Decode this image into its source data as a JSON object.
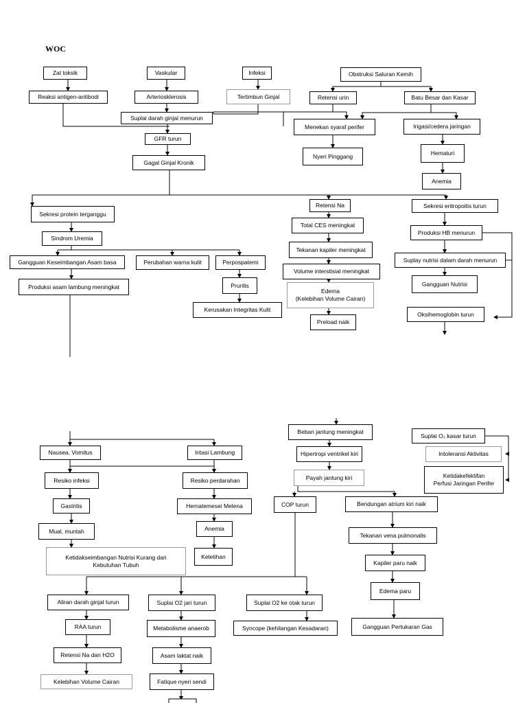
{
  "title": "WOC",
  "nodes": {
    "zat_toksik": "Zat toksik",
    "reaksi_antigen": "Reaksi antigen-antibodi",
    "vaskular": "Vaskular",
    "arteriosklerosis": "Arteriosklerosis",
    "suplai_darah_ginjal": "Suplai darah ginjal menurun",
    "infeksi": "Infeksi",
    "tertimbun_ginjal": "Tertimbun Ginjal",
    "obstruksi": "Obstruksi Saluran Kemih",
    "retensi_urin": "Retensi urin",
    "batu_besar": "Batu Besar dan Kasar",
    "menekan_syaraf": "Menekan syaraf perifer",
    "nyeri_pinggang": "Nyeri Pinggang",
    "irigasi": "Irigasi/cedera jaringan",
    "hematuri": "Hematuri",
    "anemia_top": "Anemia",
    "gfr_turun": "GFR turun",
    "ggk": "Gagal Ginjal Kronik",
    "sekresi_protein": "Sekresi protein terganggu",
    "sindrom_uremia": "Sindrom Uremia",
    "gangguan_asam_basa": "Gangguan Keseimbangan Asam basa",
    "produksi_asam": "Produksi asam lambung meningkat",
    "perubahan_warna": "Perubahan warna kulit",
    "perpospatemi": "Perpospatemi",
    "pruritis": "Pruritis",
    "kerusakan_kulit": "Kerusakan Integritas Kulit",
    "retensi_na": "Retensi Na",
    "total_ces": "Total CES meningkat",
    "tekanan_kapiler": "Tekanan kapiler meningkat",
    "volume_interstisial": "Volume interstisial meningkat",
    "edema": "Edema\n(Kelebihan Volume Cairan)",
    "preload": "Preload naik",
    "sekresi_eritropoitis": "Sekresi eritropoitis turun",
    "produksi_hb": "Produksi HB menurun",
    "suplay_nutrisi": "Suplay nutrisi dalam darah menurun",
    "gangguan_nutrisi": "Gangguan Nutrisi",
    "oksihemoglobin": "Oksihemoglobin turun",
    "nausea": "Nausea, Vomitus",
    "iritasi_lambung": "Iritasi Lambung",
    "resiko_infeksi": "Resiko infeksi",
    "gastritis": "Gastritis",
    "mual_muntah": "Mual, muntah",
    "ketidakseimbangan_nutrisi": "Ketidakseimbangan Nutrisi Kurang dari\nKebutuhan Tubuh",
    "resiko_perdarahan": "Resiko perdarahan",
    "hematemesis": "Hematemesei Melena",
    "anemia_bottom": "Anemia",
    "keletihan": "Keletihan",
    "beban_jantung": "Beban jantung meningkat",
    "hipertropi": "Hipertropi ventrikel kiri",
    "payah_jantung": "Payah jantung kiri",
    "cop_turun": "COP turun",
    "bendungan_atrium": "Bendungan atrium kiri naik",
    "tekanan_vena": "Tekanan vena pulmonalis",
    "kapiler_paru": "Kapiler paru naik",
    "edema_paru": "Edema paru",
    "gangguan_gas": "Gangguan Pertukaran Gas",
    "suplai_o2_kasar": "Suplai O₂ kasar turun",
    "intoleransi": "Intoleransi Aktivitas",
    "ketidakefektifan": "Ketidakefektifan\nPerfusi Jaringan Perifer",
    "aliran_darah_ginjal": "Aliran darah ginjal turun",
    "raa_turun": "RAA turun",
    "retensi_na_h2o": "Retensi Na dan H2O",
    "kelebihan_volume": "Kelebihan Volume Cairan",
    "suplai_o2_jari": "Suplai O2 jari turun",
    "metabolisme": "Metabolisme anaerob",
    "asam_laktat": "Asam laktat naik",
    "fatique": "Fatique nyeri sendi",
    "suplai_o2_otak": "Suplai O2 ke otak turun",
    "syncope": "Syncope (kehilangan Kesadaran)"
  }
}
